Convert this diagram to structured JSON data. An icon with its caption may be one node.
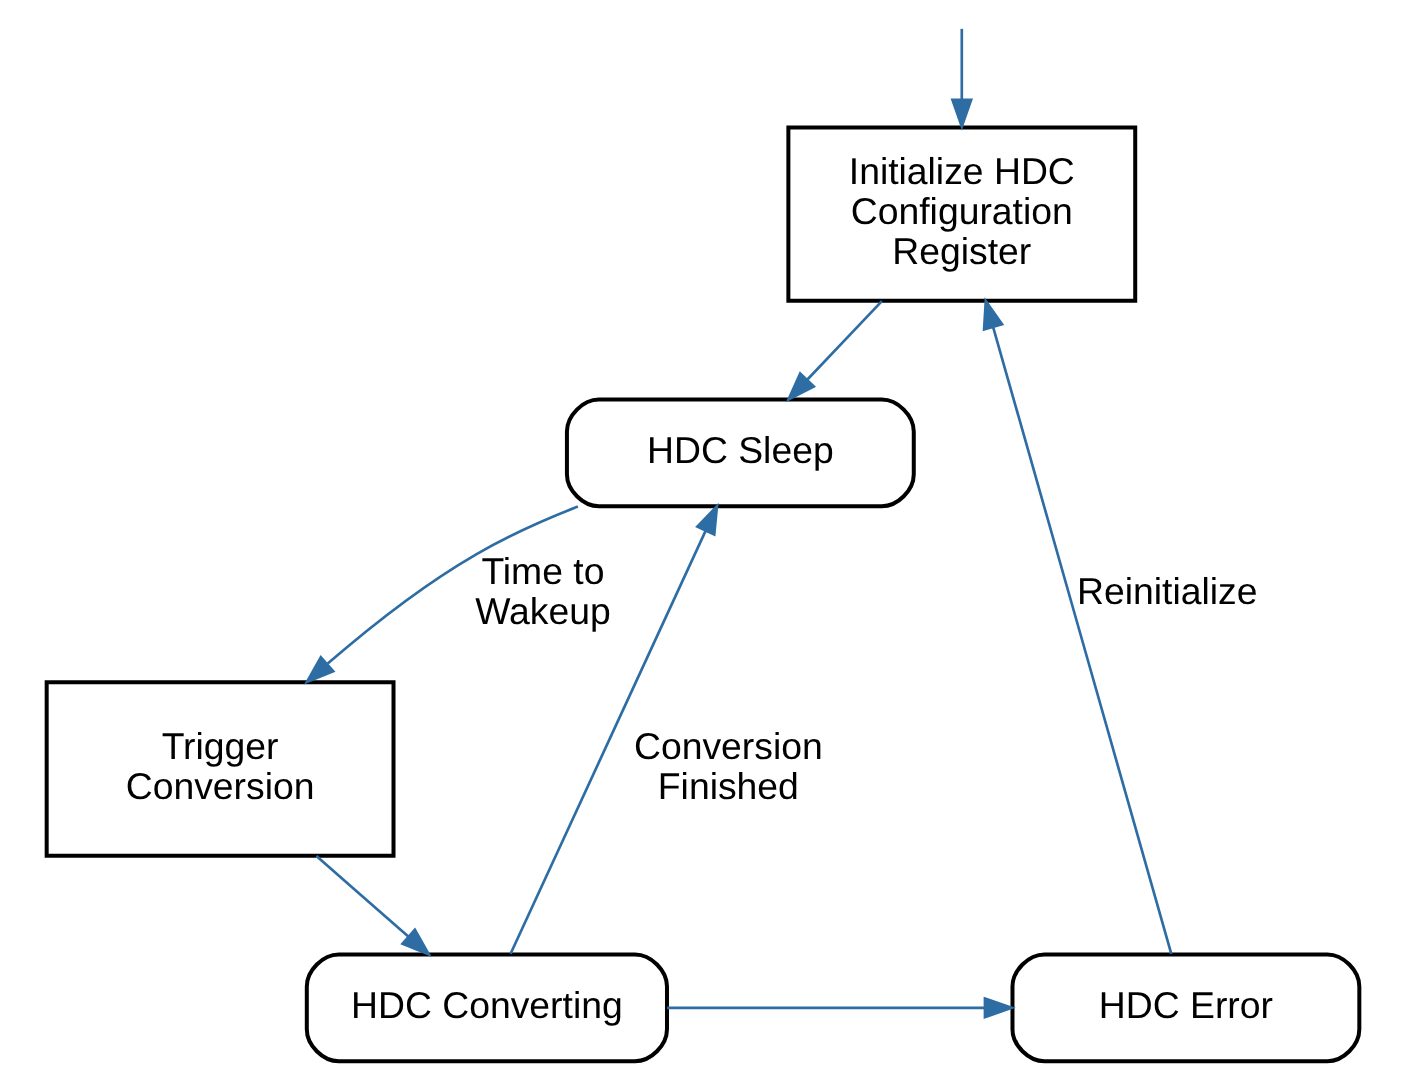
{
  "diagram": {
    "nodes": [
      {
        "text": [
          "Initialize HDC Configuration Register"
        ]
      },
      {
        "text": [
          "HDC Sleep"
        ]
      },
      {
        "text": [
          "Trigger Conversion"
        ]
      },
      {
        "text": [
          "HDC Converting"
        ]
      },
      {
        "text": [
          "HDC Error"
        ]
      }
    ],
    "edges": [
      {
        "from": null,
        "to": 0,
        "arrow": "to"
      },
      {
        "from": 0,
        "to": 1,
        "arrow": "to"
      },
      {
        "from": 1,
        "to": 2,
        "arrow": "to",
        "label": "Time to Wakeup"
      },
      {
        "from": 2,
        "to": 3,
        "arrow": "to"
      },
      {
        "from": 3,
        "to": 1,
        "arrow": "to",
        "label": "Conversion Finished"
      },
      {
        "from": 3,
        "to": 4,
        "arrow": "to"
      },
      {
        "from": 4,
        "to": 0,
        "arrow": "to",
        "label": "Reinitialize"
      }
    ]
  }
}
